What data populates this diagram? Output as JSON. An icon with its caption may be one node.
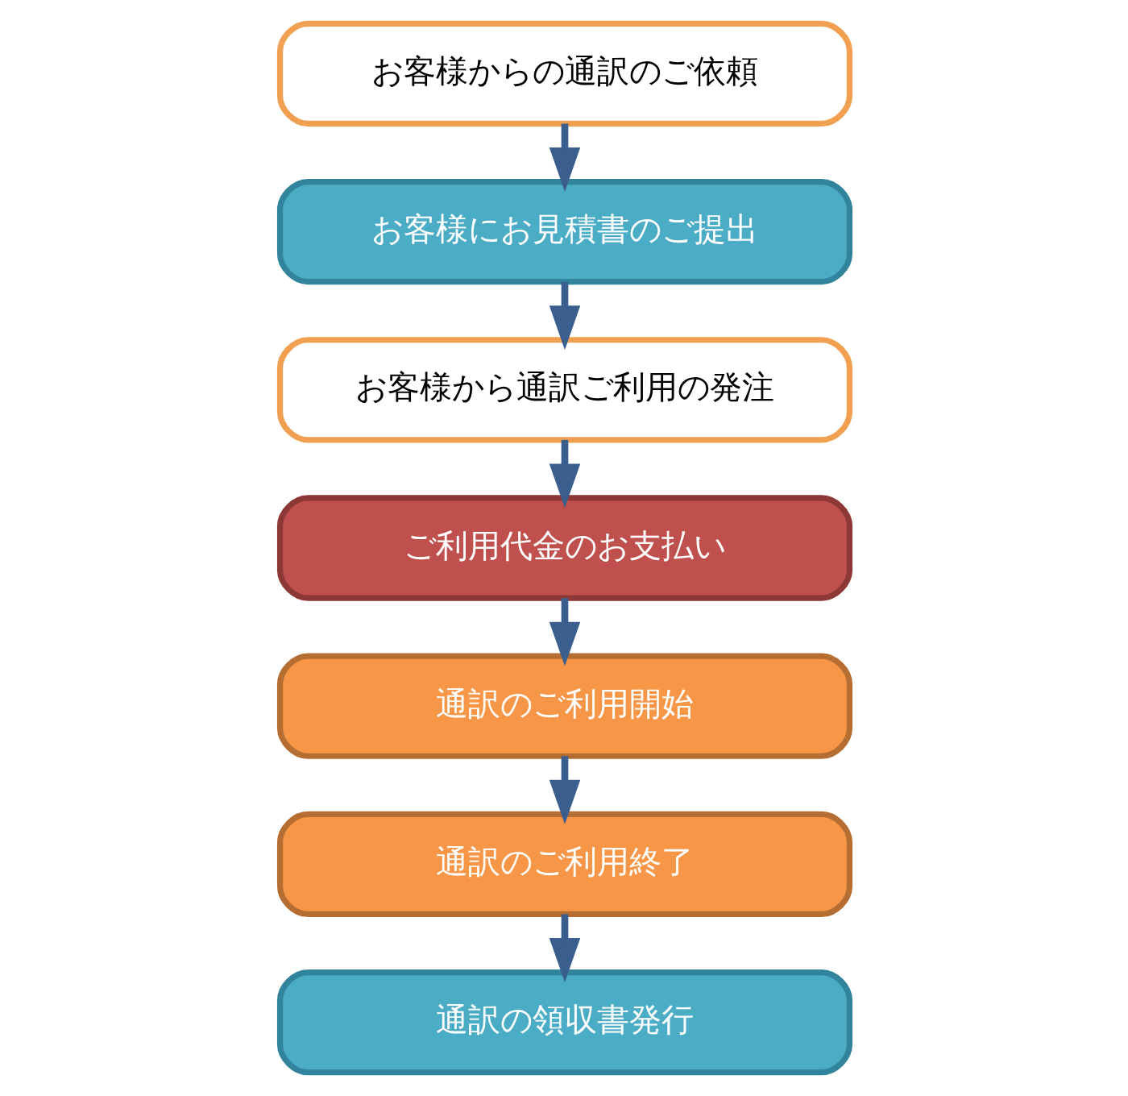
{
  "diagram": {
    "nodes": [
      {
        "text": [
          "お客様からの通訳のご依頼"
        ]
      },
      {
        "text": [
          "お客様にお見積書のご提出"
        ]
      },
      {
        "text": [
          "お客様から通訳ご利用の発注"
        ]
      },
      {
        "text": [
          "ご利用代金のお支払い"
        ]
      },
      {
        "text": [
          "通訳のご利用開始"
        ]
      },
      {
        "text": [
          "通訳のご利用終了"
        ]
      },
      {
        "text": [
          "通訳の領収書発行"
        ]
      }
    ],
    "edges": [
      {
        "from": 0,
        "to": 1,
        "arrow": "to"
      },
      {
        "from": 1,
        "to": 2,
        "arrow": "to"
      },
      {
        "from": 2,
        "to": 3,
        "arrow": "to"
      },
      {
        "from": 3,
        "to": 4,
        "arrow": "to"
      },
      {
        "from": 4,
        "to": 5,
        "arrow": "to"
      },
      {
        "from": 5,
        "to": 6,
        "arrow": "to"
      }
    ]
  }
}
